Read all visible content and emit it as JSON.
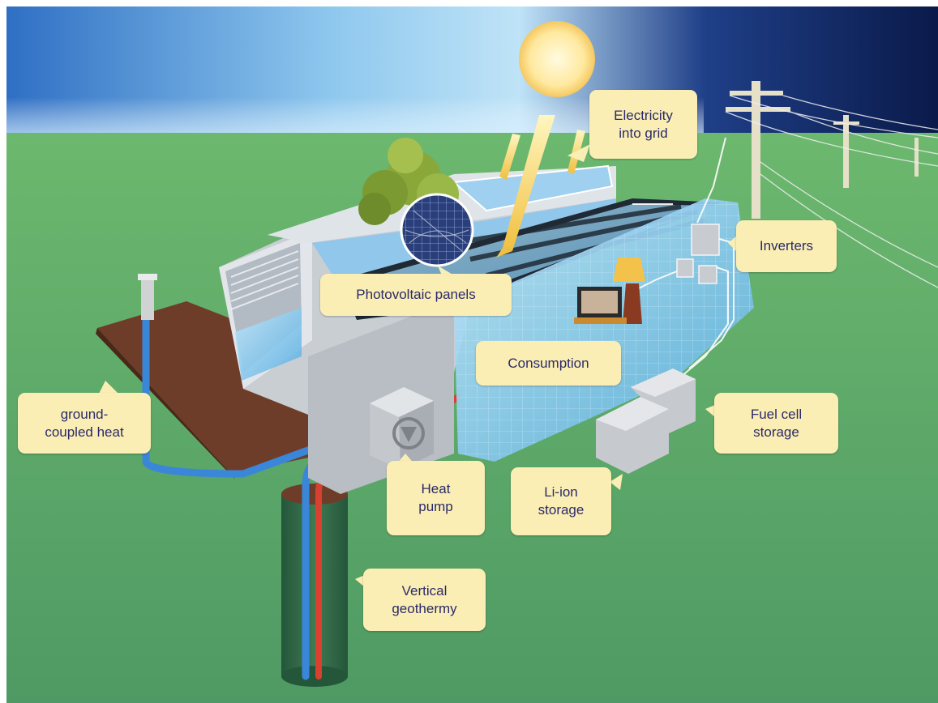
{
  "labels": {
    "electricity_into_grid": "Electricity\ninto grid",
    "inverters": "Inverters",
    "photovoltaic_panels": "Photovoltaic panels",
    "consumption": "Consumption",
    "ground_coupled_heat": "ground-\ncoupled heat",
    "fuel_cell_storage": "Fuel cell\nstorage",
    "heat_pump": "Heat\npump",
    "li_ion_storage": "Li-ion\nstorage",
    "vertical_geothermy": "Vertical\ngeothermy"
  },
  "colors": {
    "label_fill": "#fbeeb4",
    "label_text": "#2a2a6a",
    "sky_light": "#9fd3f0",
    "sky_dark": "#0a1a4a",
    "grass": "#5aa86a",
    "cold_pipe": "#3a86d8",
    "hot_pipe": "#d84030"
  },
  "icons": [
    "sun-icon",
    "solar-cell-icon",
    "tree-icon",
    "lamp-icon",
    "tv-icon",
    "power-pole-icon"
  ]
}
